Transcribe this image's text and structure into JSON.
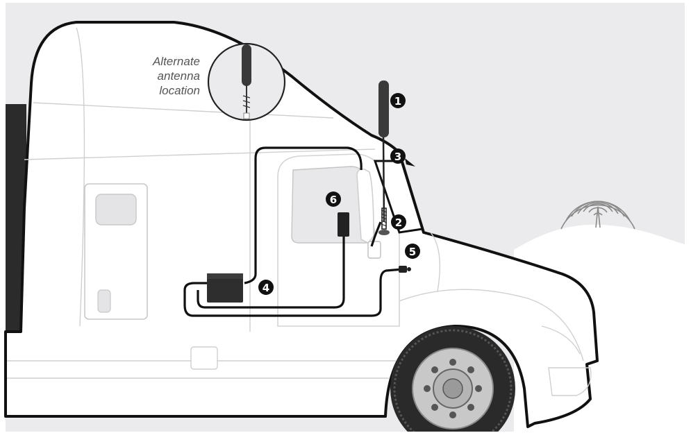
{
  "diagram": {
    "alternate_label_lines": [
      "Alternate",
      "antenna",
      "location"
    ],
    "callouts": [
      {
        "id": "1",
        "glyph": "❶"
      },
      {
        "id": "2",
        "glyph": "❷"
      },
      {
        "id": "3",
        "glyph": "❸"
      },
      {
        "id": "4",
        "glyph": "❹"
      },
      {
        "id": "5",
        "glyph": "❺"
      },
      {
        "id": "6",
        "glyph": "❻"
      }
    ],
    "colors": {
      "sky": "#ebebed",
      "truck_body": "#ffffff",
      "outline": "#111111",
      "panel_line": "#cfcfcf",
      "component": "#222222",
      "tire": "#2a2a2a",
      "hub": "#c8c8c8",
      "signal": "#8a8a8a"
    },
    "icons": [
      "antenna-icon",
      "cell-tower-icon",
      "booster-unit-icon",
      "power-adapter-icon",
      "inside-antenna-icon"
    ]
  }
}
